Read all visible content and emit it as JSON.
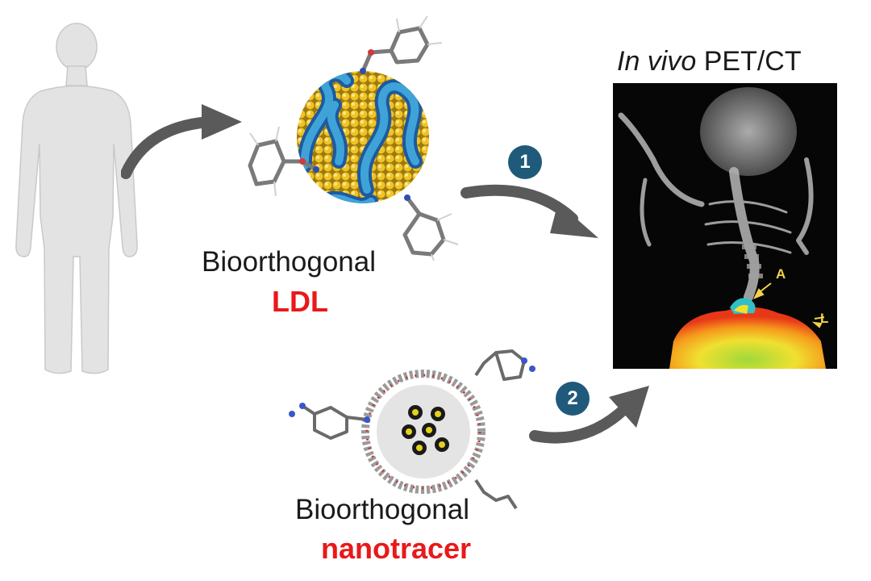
{
  "title": {
    "italic": "In vivo",
    "rest": "PET/CT"
  },
  "ldl": {
    "line1": "Bioorthogonal",
    "line2": "LDL"
  },
  "nanotracer": {
    "line1": "Bioorthogonal",
    "line2": "nanotracer"
  },
  "steps": [
    {
      "label": "1"
    },
    {
      "label": "2"
    }
  ],
  "pet_image": {
    "marker_a": "A",
    "marker_l": "L"
  },
  "colors": {
    "accent_red": "#e8191a",
    "badge": "#1f5a7a",
    "arrow": "#5a5a5a",
    "figure": "#e2e2e2"
  },
  "icons": [
    "human-silhouette-icon",
    "ldl-particle-icon",
    "nanotracer-particle-icon",
    "curved-arrow-icon",
    "pet-ct-scan-image"
  ]
}
